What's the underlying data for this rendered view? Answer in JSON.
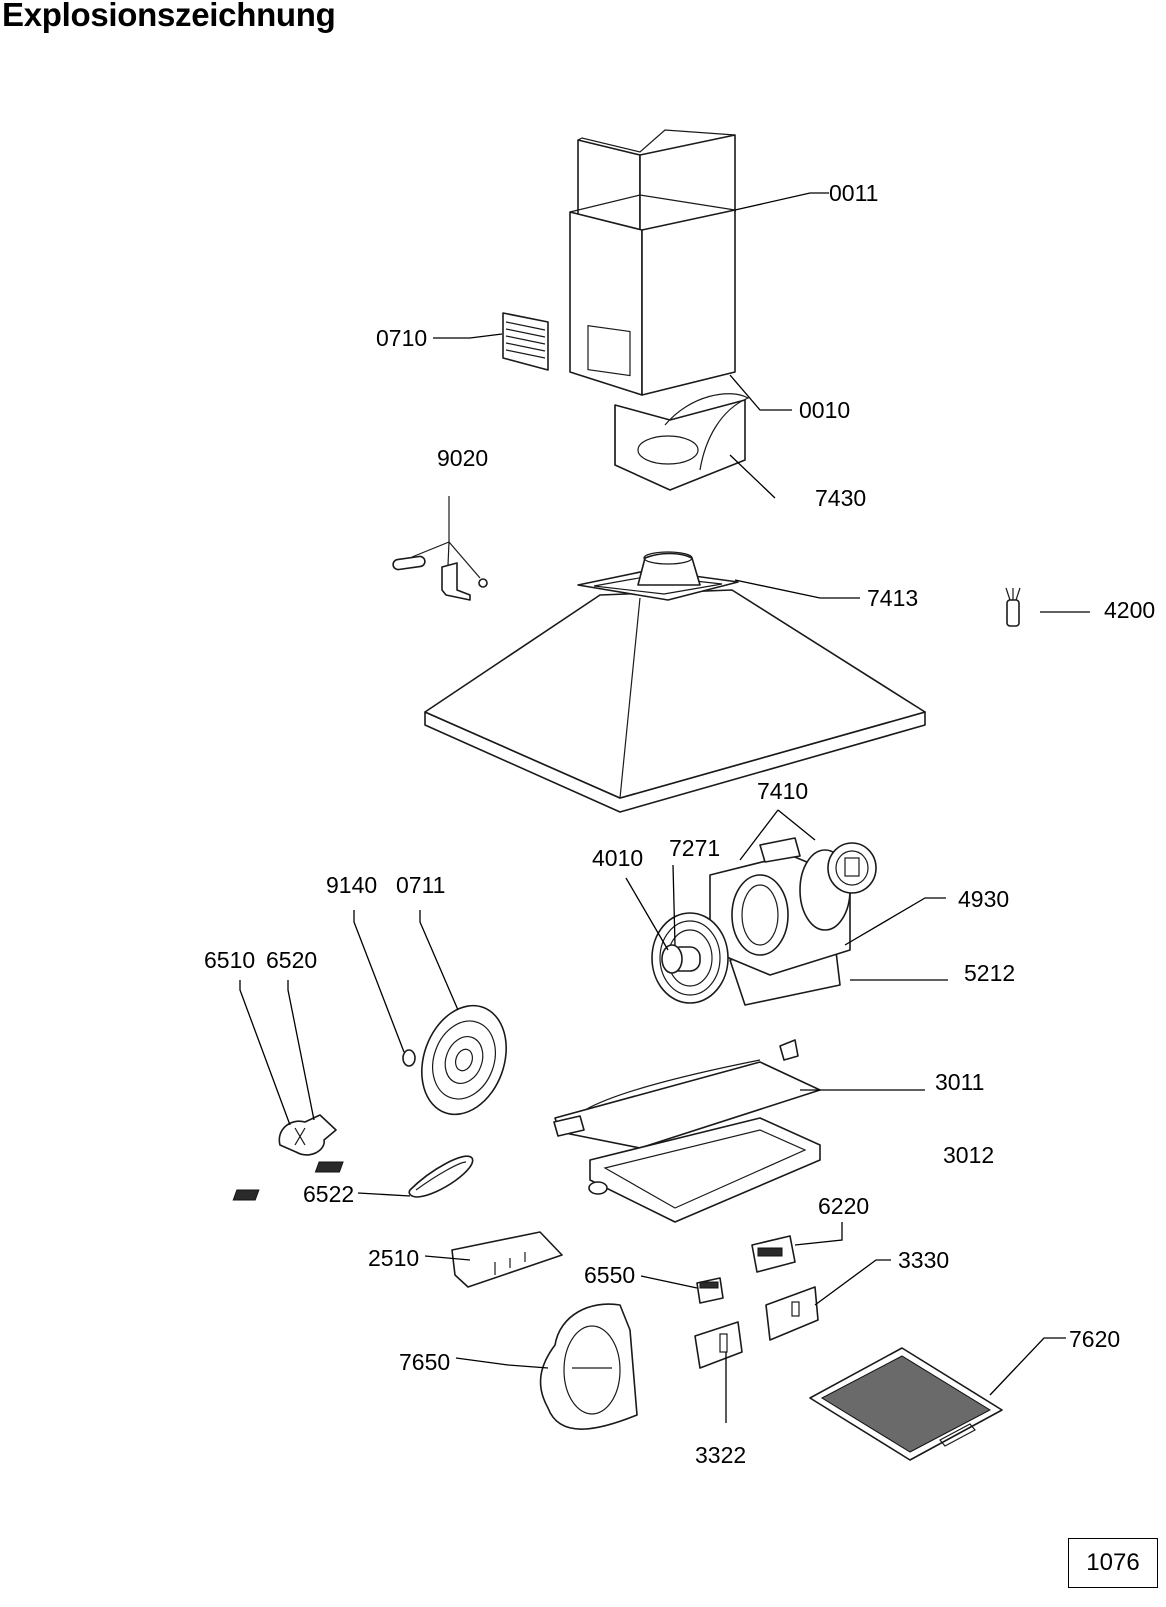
{
  "title": "Explosionszeichnung",
  "page_number": "1076",
  "parts": {
    "p0011": "0011",
    "p0710": "0710",
    "p0010": "0010",
    "p7430": "7430",
    "p9020": "9020",
    "p7413": "7413",
    "p4200": "4200",
    "p7410": "7410",
    "p4010": "4010",
    "p7271": "7271",
    "p4930": "4930",
    "p5212": "5212",
    "p9140": "9140",
    "p0711": "0711",
    "p6510": "6510",
    "p6520": "6520",
    "p3011": "3011",
    "p3012": "3012",
    "p6522": "6522",
    "p6220": "6220",
    "p2510": "2510",
    "p3330": "3330",
    "p6550": "6550",
    "p7620": "7620",
    "p7650": "7650",
    "p3322": "3322"
  }
}
